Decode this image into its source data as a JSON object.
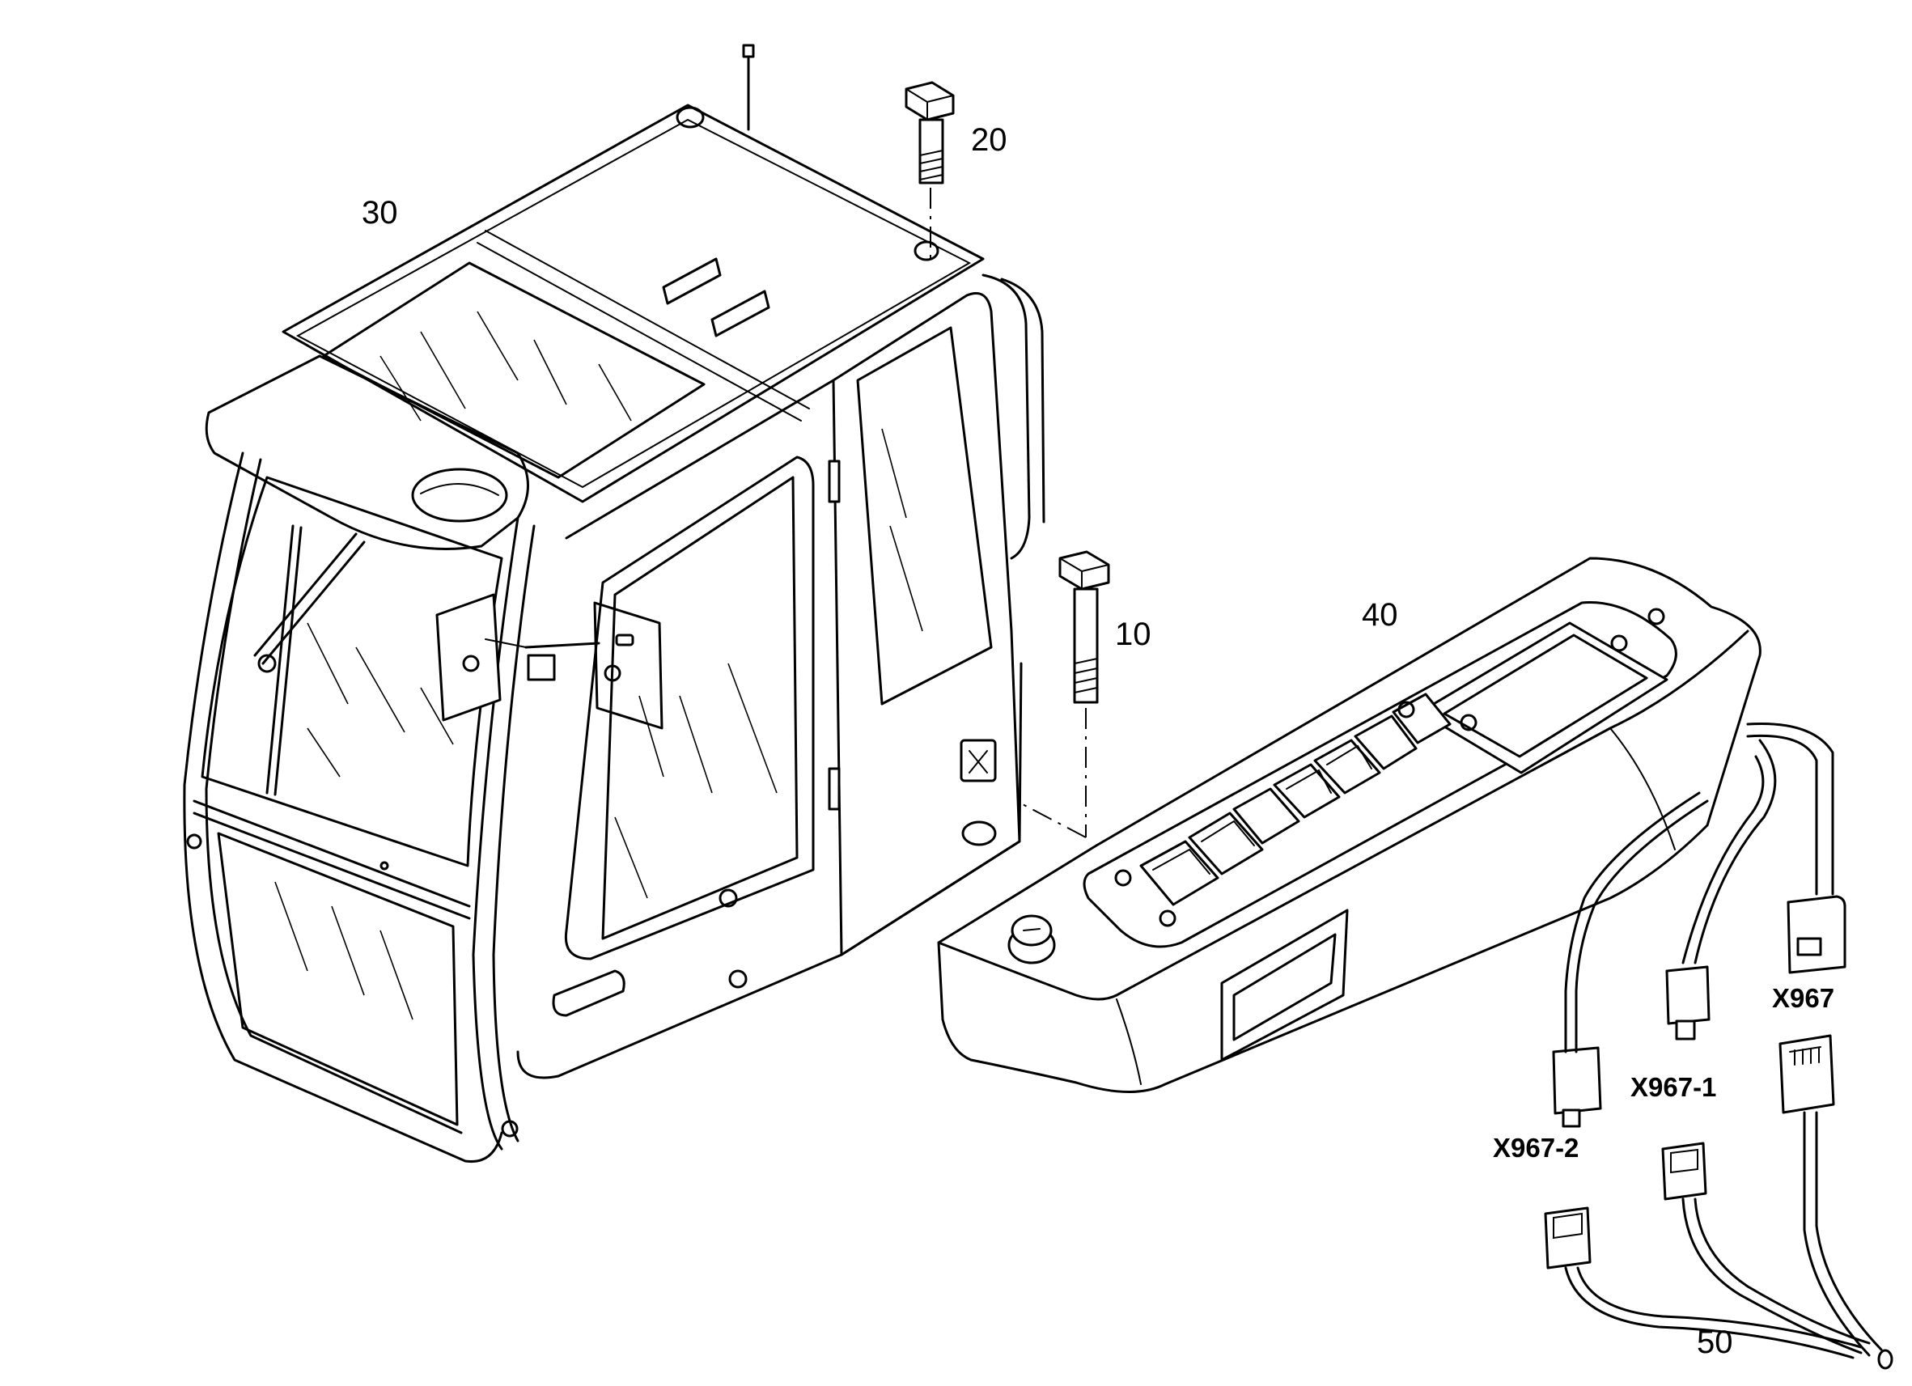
{
  "callouts": {
    "bolt_lower": "10",
    "bolt_upper": "20",
    "cab": "30",
    "console": "40",
    "harness": "50"
  },
  "connectors": {
    "main": "X967",
    "branch_1": "X967-1",
    "branch_2": "X967-2"
  }
}
